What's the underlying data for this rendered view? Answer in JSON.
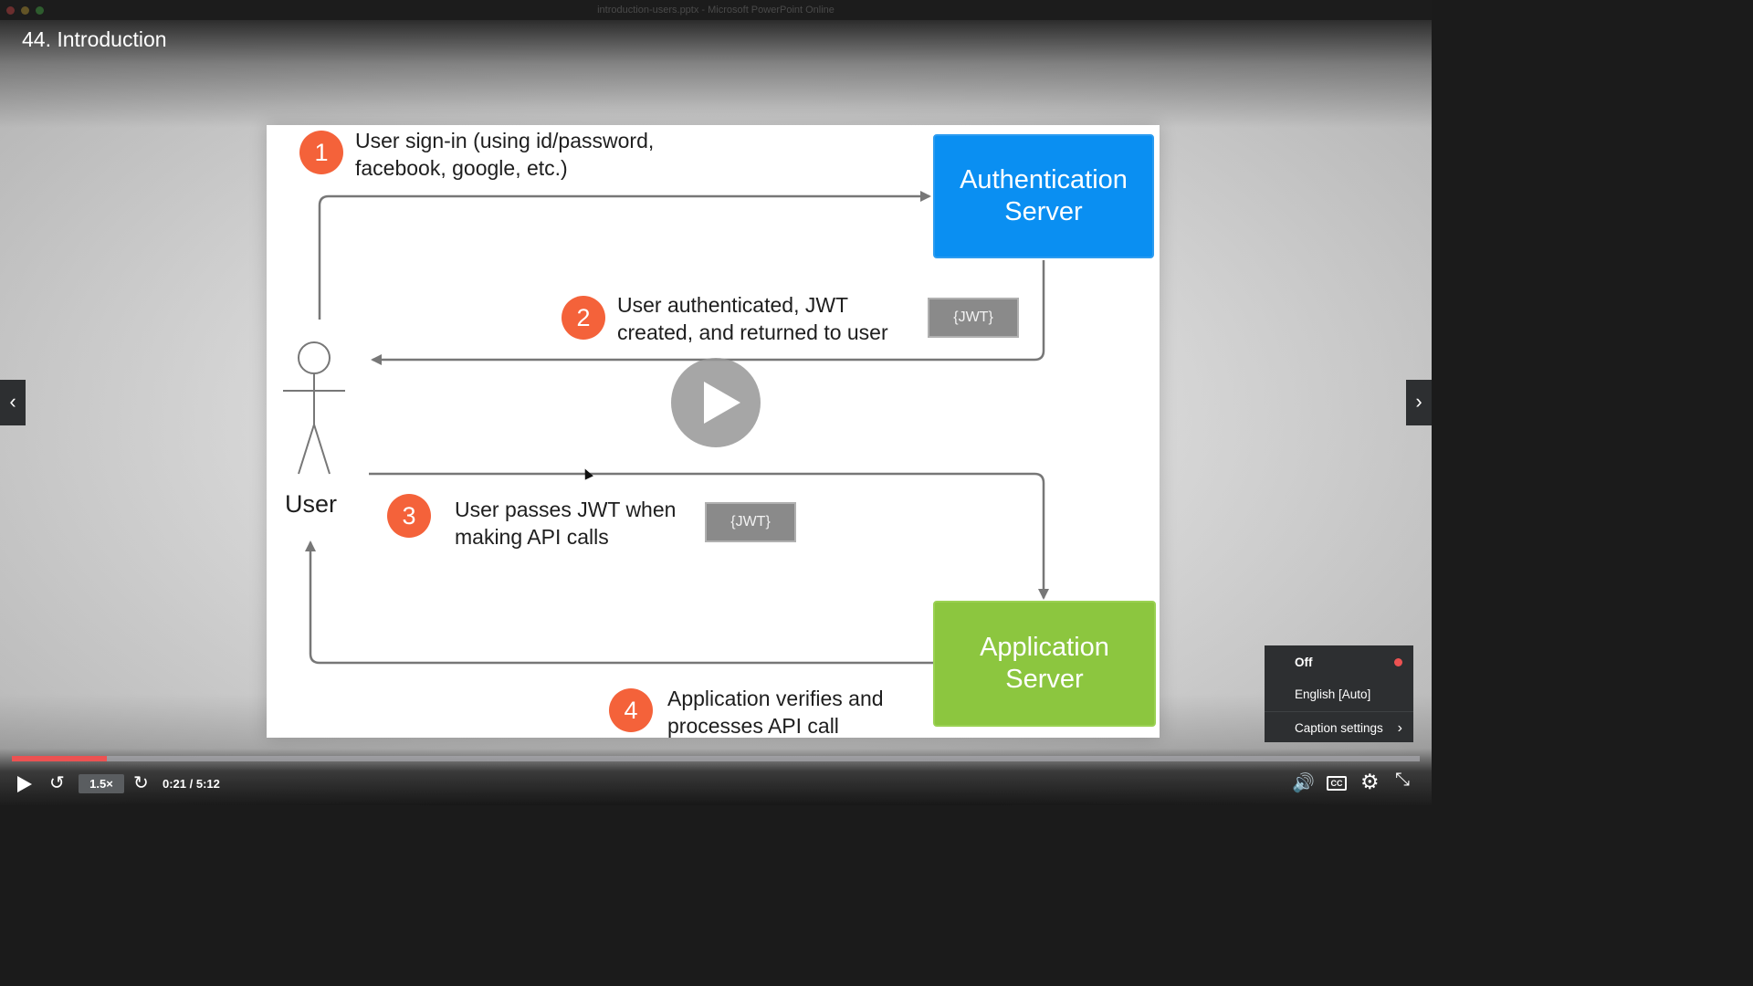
{
  "window": {
    "title": "introduction-users.pptx - Microsoft PowerPoint Online"
  },
  "lecture": {
    "title": "44. Introduction"
  },
  "slide": {
    "steps": [
      {
        "number": "1",
        "text": "User sign-in (using id/password,\nfacebook, google, etc.)"
      },
      {
        "number": "2",
        "text": "User authenticated, JWT\ncreated, and returned to user"
      },
      {
        "number": "3",
        "text": "User passes JWT when\nmaking API calls"
      },
      {
        "number": "4",
        "text": "Application verifies and\nprocesses API call"
      }
    ],
    "auth_server": "Authentication\nServer",
    "app_server": "Application\nServer",
    "jwt_label": "{JWT}",
    "actor_label": "User",
    "colors": {
      "badge": "#f4623a",
      "auth": "#0a8ff2",
      "app": "#8cc63f",
      "jwt": "#8a8a8a"
    }
  },
  "nav": {
    "prev_icon": "‹",
    "next_icon": "›"
  },
  "captions": {
    "options": [
      "Off",
      "English [Auto]",
      "Caption settings"
    ],
    "selected": "Off",
    "chevron": "›"
  },
  "player": {
    "progress": 0.0673,
    "speed": "1.5×",
    "time": "0:21 / 5:12",
    "icons": {
      "rewind": "↺",
      "forward": "↻",
      "volume": "🔊",
      "cc": "CC",
      "settings": "⚙",
      "exit_fullscreen": "⤡"
    },
    "accent": "#ec5252"
  }
}
